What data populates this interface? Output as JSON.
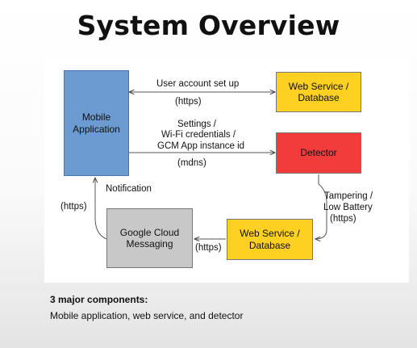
{
  "slide": {
    "title": "System Overview",
    "footer_heading": "3 major components:",
    "footer_text": "Mobile application, web service, and detector"
  },
  "diagram": {
    "nodes": {
      "mobile": "Mobile Application",
      "web_top": "Web Service / Database",
      "detector": "Detector",
      "web_bottom": "Web Service / Database",
      "gcm": "Google Cloud Messaging"
    },
    "edges": {
      "user_account": "User account set up",
      "user_account_proto": "(https)",
      "settings_1": "Settings /",
      "settings_2": "Wi-Fi credentials /",
      "settings_3": "GCM App instance id",
      "settings_proto": "(mdns)",
      "notification": "Notification",
      "notification_proto": "(https)",
      "tampering_1": "Tampering /",
      "tampering_2": "Low Battery",
      "tampering_proto": "(https)",
      "gcm_proto": "(https)"
    },
    "colors": {
      "mobile": "#6b9bd1",
      "web_service": "#fdd021",
      "detector": "#f23b3b",
      "gcm": "#c8c8c8",
      "border": "#555555"
    }
  }
}
